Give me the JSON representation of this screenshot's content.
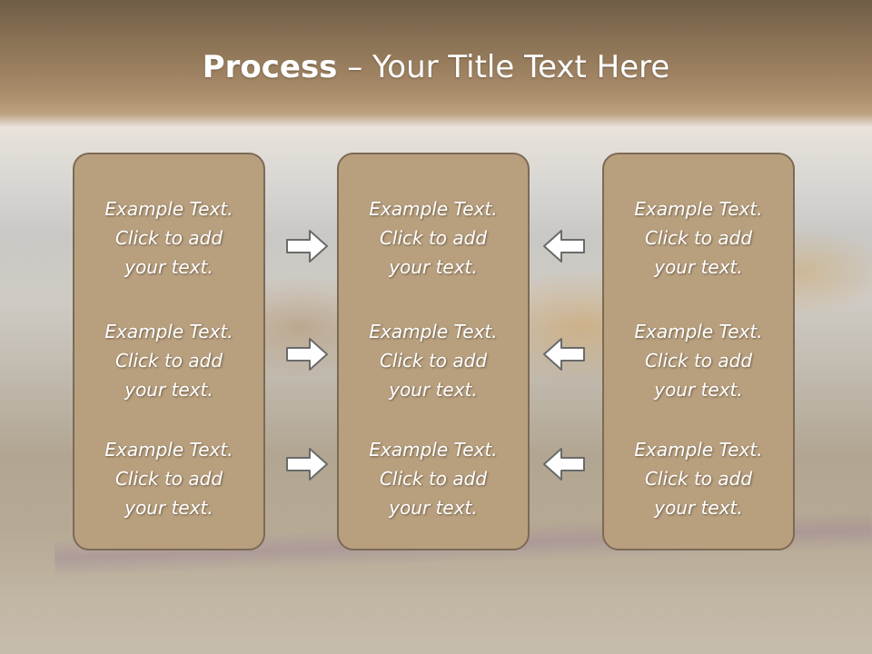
{
  "title": {
    "bold": "Process",
    "rest": " – Your Title Text Here"
  },
  "columns": [
    {
      "items": [
        {
          "line1": "Example Text.",
          "line2": "Click  to add",
          "line3": "your text."
        },
        {
          "line1": "Example Text.",
          "line2": "Click  to add",
          "line3": "your text."
        },
        {
          "line1": "Example Text.",
          "line2": "Click  to add",
          "line3": "your text."
        }
      ]
    },
    {
      "items": [
        {
          "line1": "Example Text.",
          "line2": "Click  to add",
          "line3": "your text."
        },
        {
          "line1": "Example Text.",
          "line2": "Click  to add",
          "line3": "your text."
        },
        {
          "line1": "Example Text.",
          "line2": "Click  to add",
          "line3": "your text."
        }
      ]
    },
    {
      "items": [
        {
          "line1": "Example Text.",
          "line2": "Click  to add",
          "line3": "your text."
        },
        {
          "line1": "Example Text.",
          "line2": "Click  to add",
          "line3": "your text."
        },
        {
          "line1": "Example Text.",
          "line2": "Click  to add",
          "line3": "your text."
        }
      ]
    }
  ],
  "arrows": {
    "left_group": "right-arrow-icon",
    "right_group": "left-arrow-icon"
  },
  "colors": {
    "box_fill": "#b8a07f",
    "box_border": "#7d6a55",
    "header_band": "#8f7658",
    "text": "#ffffff"
  }
}
